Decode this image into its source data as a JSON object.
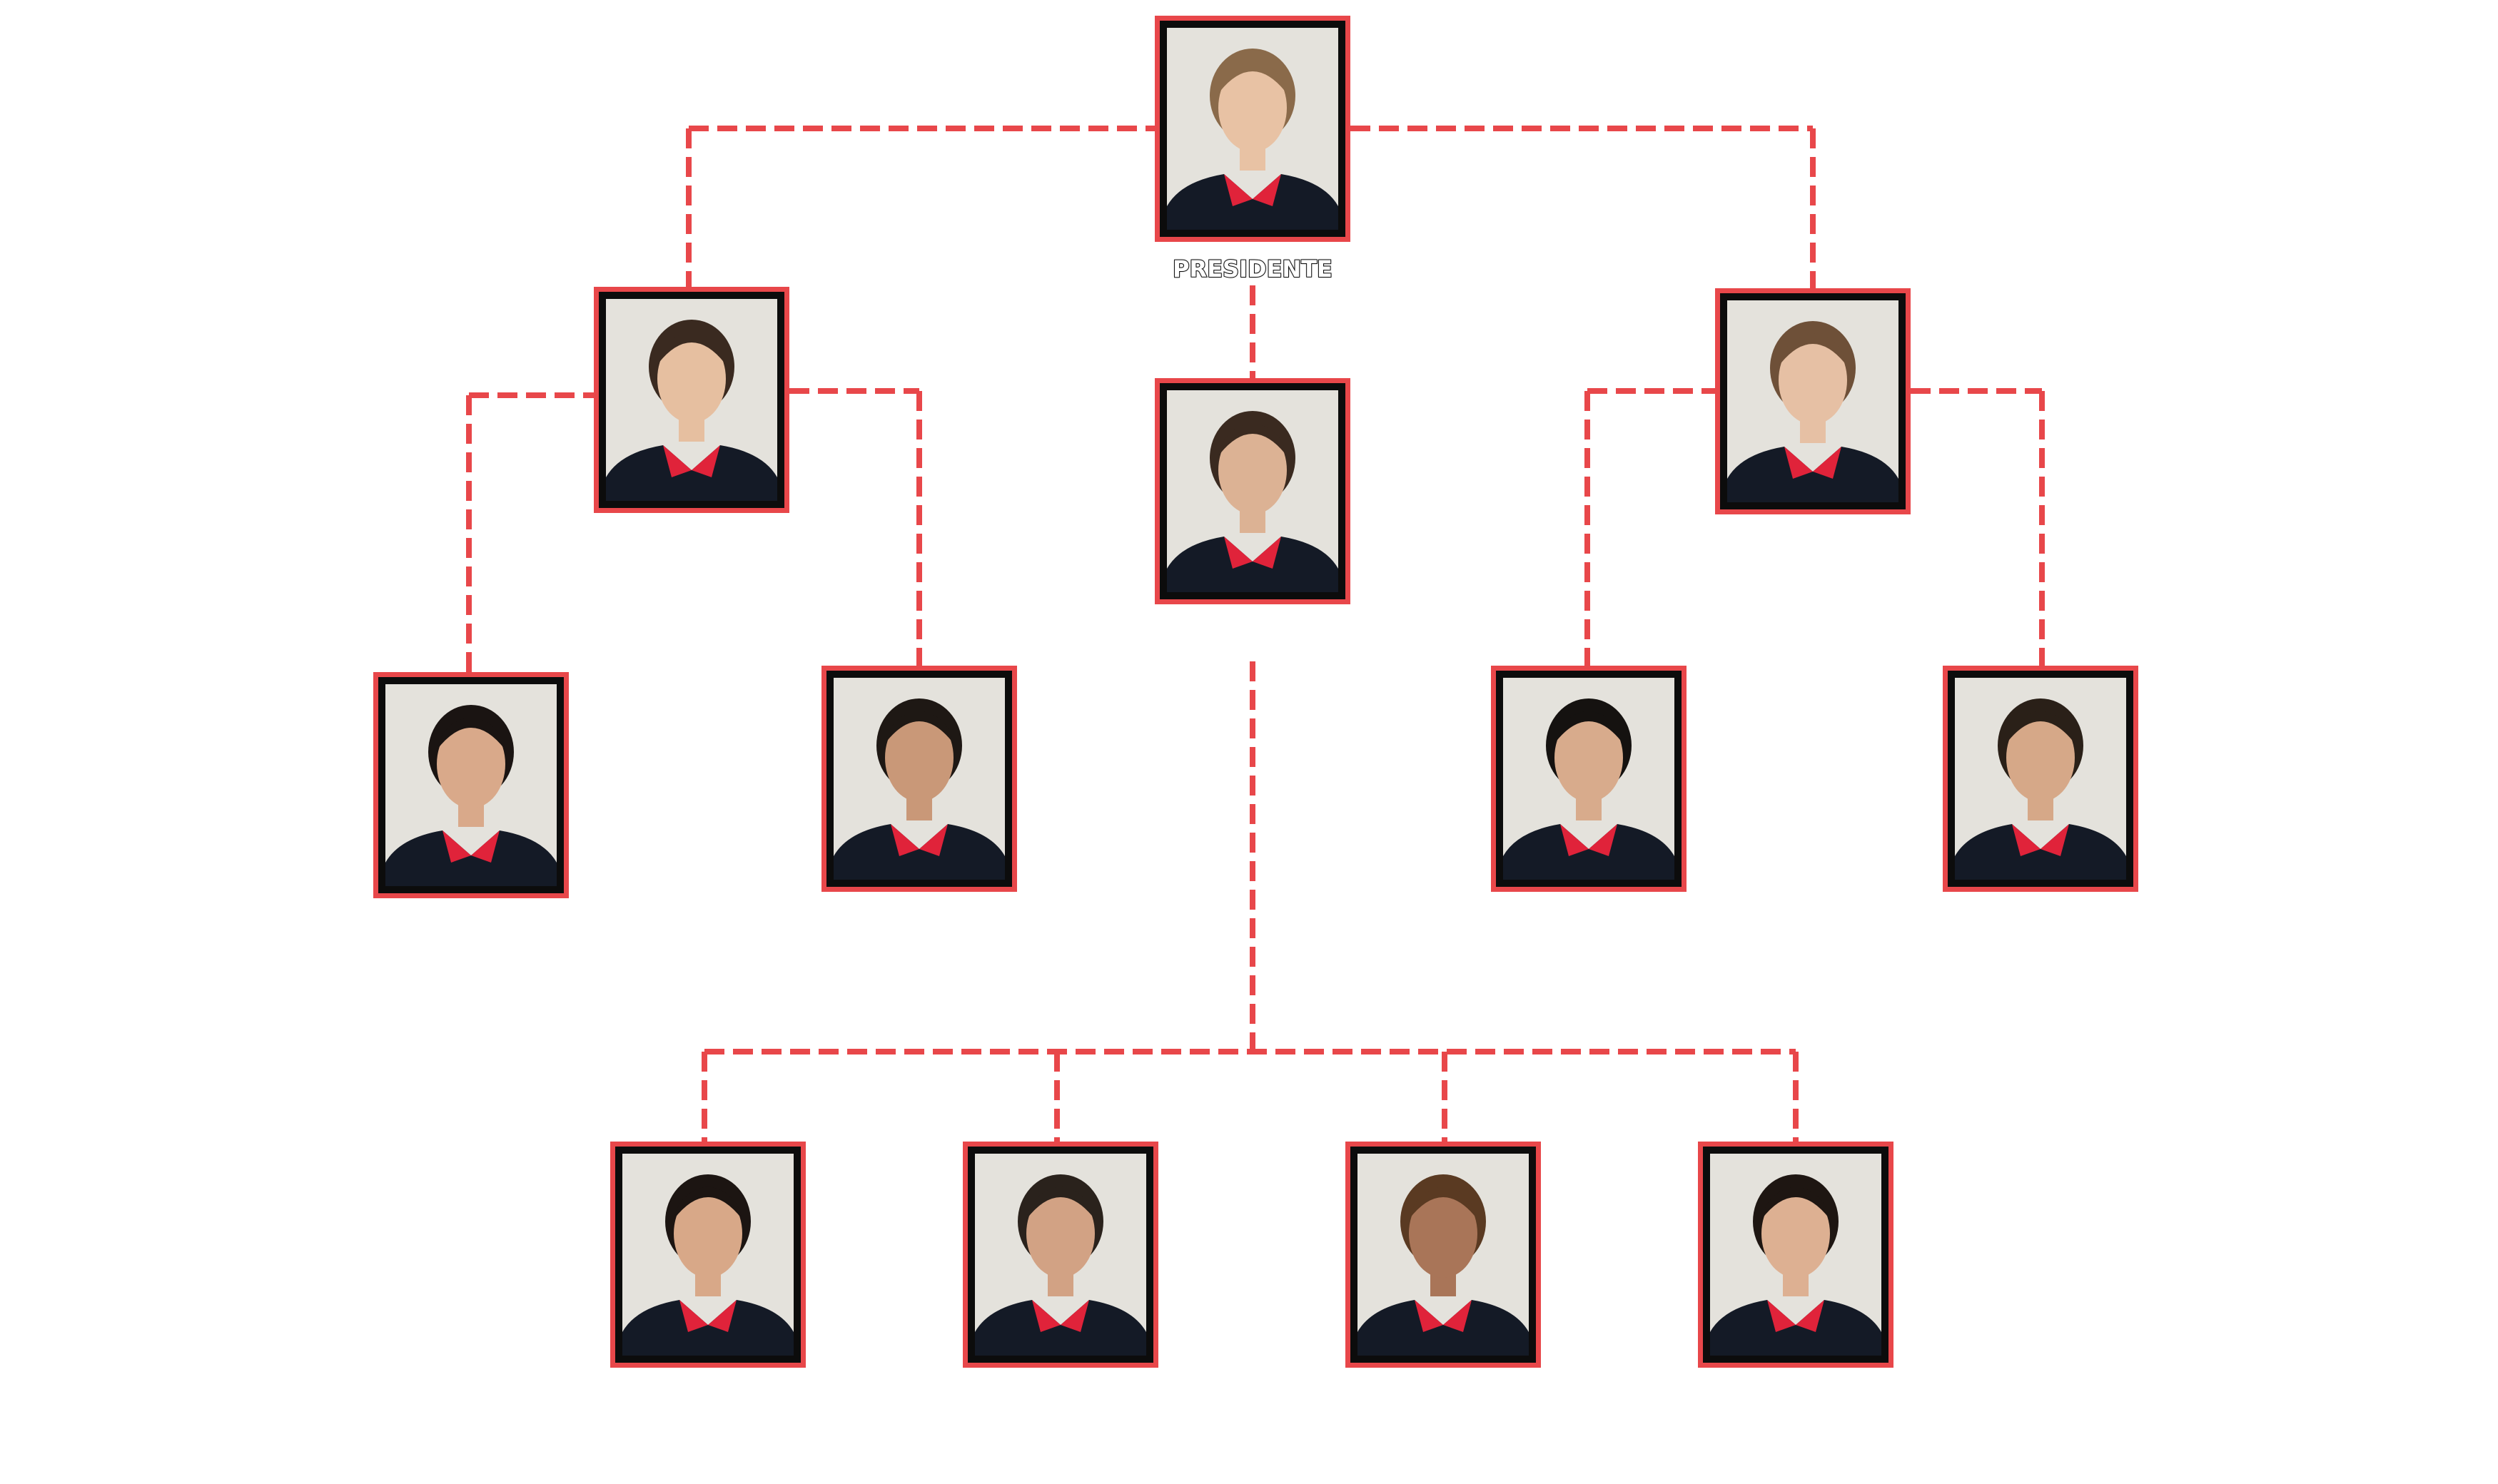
{
  "title": "PRESIDENTE",
  "colors": {
    "accent": "#e8474a",
    "frame_inner": "#0c0c0c",
    "background": "#ffffff"
  },
  "members": [
    {
      "role": "president",
      "hair": "#8a6a4a",
      "skin": "#e8c2a4"
    },
    {
      "role": "left-director",
      "hair": "#3a2a20",
      "skin": "#e6bfa0"
    },
    {
      "role": "center-director",
      "hair": "#3a2a20",
      "skin": "#dcb294"
    },
    {
      "role": "right-director",
      "hair": "#6e5038",
      "skin": "#e6c0a4"
    },
    {
      "role": "left-member-1",
      "hair": "#1a1412",
      "skin": "#d9a98a"
    },
    {
      "role": "left-member-2",
      "hair": "#1e1814",
      "skin": "#c99878"
    },
    {
      "role": "right-member-1",
      "hair": "#151210",
      "skin": "#d8ab8c"
    },
    {
      "role": "right-member-2",
      "hair": "#2a2018",
      "skin": "#d6a888"
    },
    {
      "role": "team-member-1",
      "hair": "#1c1512",
      "skin": "#d8a888"
    },
    {
      "role": "team-member-2",
      "hair": "#2a221c",
      "skin": "#d2a284"
    },
    {
      "role": "team-member-3",
      "hair": "#5a3a22",
      "skin": "#a97558"
    },
    {
      "role": "team-member-4",
      "hair": "#1e1612",
      "skin": "#ddb092"
    }
  ]
}
